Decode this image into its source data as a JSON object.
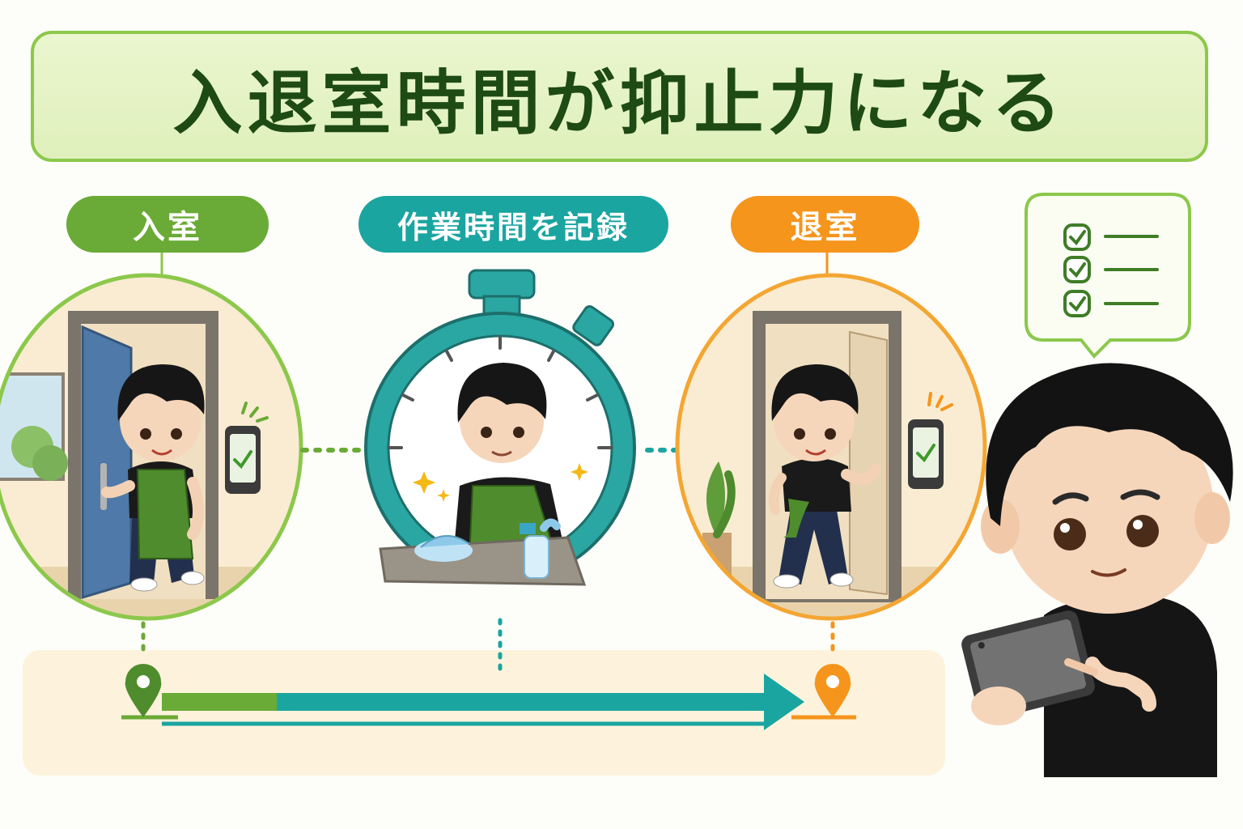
{
  "title": "入退室時間が抑止力になる",
  "steps": {
    "enter": "入室",
    "record": "作業時間を記録",
    "exit": "退室"
  },
  "colors": {
    "green": "#6aaa36",
    "teal": "#1aa5a0",
    "orange": "#f5951c",
    "title_text": "#1e4a14"
  },
  "icons": [
    "check-icon",
    "location-pin-icon",
    "stopwatch-icon",
    "smartphone-icon",
    "tablet-icon"
  ]
}
